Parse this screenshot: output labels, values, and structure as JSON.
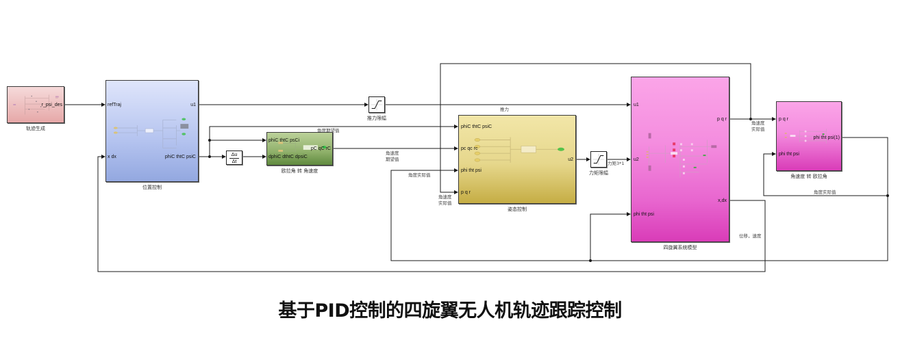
{
  "diagram": {
    "title": "基于PID控制的四旋翼无人机轨迹跟踪控制",
    "colors": {
      "trajectory_block": "#efc4c4",
      "position_block": "#bac9f0",
      "euler_block": "#8fb06a",
      "attitude_block": "#e3d27e",
      "plant_block": "#ee7fd6",
      "angvel_block": "#ee7fd6",
      "wire": "#1a1a1a"
    },
    "blocks": {
      "trajectory": {
        "label": "轨迹生成",
        "out_ports": [
          "r_psi_des"
        ]
      },
      "position_control": {
        "label": "位置控制",
        "in_ports": [
          "refTraj",
          "x dx"
        ],
        "out_ports": [
          "u1",
          "phiC thtC psiC"
        ]
      },
      "thrust_limit": {
        "label": "推力限幅"
      },
      "derivative": {
        "numerator": "Δu",
        "denominator": "Δt"
      },
      "euler_to_rate": {
        "label": "欧拉角 转 角速度",
        "in_ports": [
          "phiC thtC psCi",
          "dphiC dthtC dpsiC"
        ],
        "out_ports": [
          "pC qC rC"
        ]
      },
      "attitude_control": {
        "label": "姿态控制",
        "in_ports": [
          "phiC thtC psiC",
          "pc qc rc",
          "phi tht psi",
          "p q r"
        ],
        "out_ports": [
          "u2"
        ]
      },
      "torque_limit": {
        "label": "力矩限幅",
        "out_label": "力矩3*1"
      },
      "quad_model": {
        "label": "四旋翼系统模型",
        "in_ports": [
          "u1",
          "u2",
          "phi tht psi"
        ],
        "out_ports": [
          "p q r",
          "x,dx"
        ]
      },
      "rate_to_euler": {
        "label": "角速度 转 欧拉角",
        "in_ports": [
          "p q r",
          "phi tht psi"
        ],
        "out_ports": [
          "phi tht psi(1)"
        ]
      }
    },
    "wire_labels": {
      "thrust": "推力",
      "angle_desired": "角度期望值",
      "angvel_desired_1": "角速度",
      "angvel_desired_2": "期望值",
      "angle_actual_left": "角度实际值",
      "angvel_actual_left_1": "角速度",
      "angvel_actual_left_2": "实际值",
      "angvel_actual_right_1": "角速度",
      "angvel_actual_right_2": "实际值",
      "angle_actual_right": "角度实际值",
      "displacement_velocity": "位移，速度"
    }
  }
}
